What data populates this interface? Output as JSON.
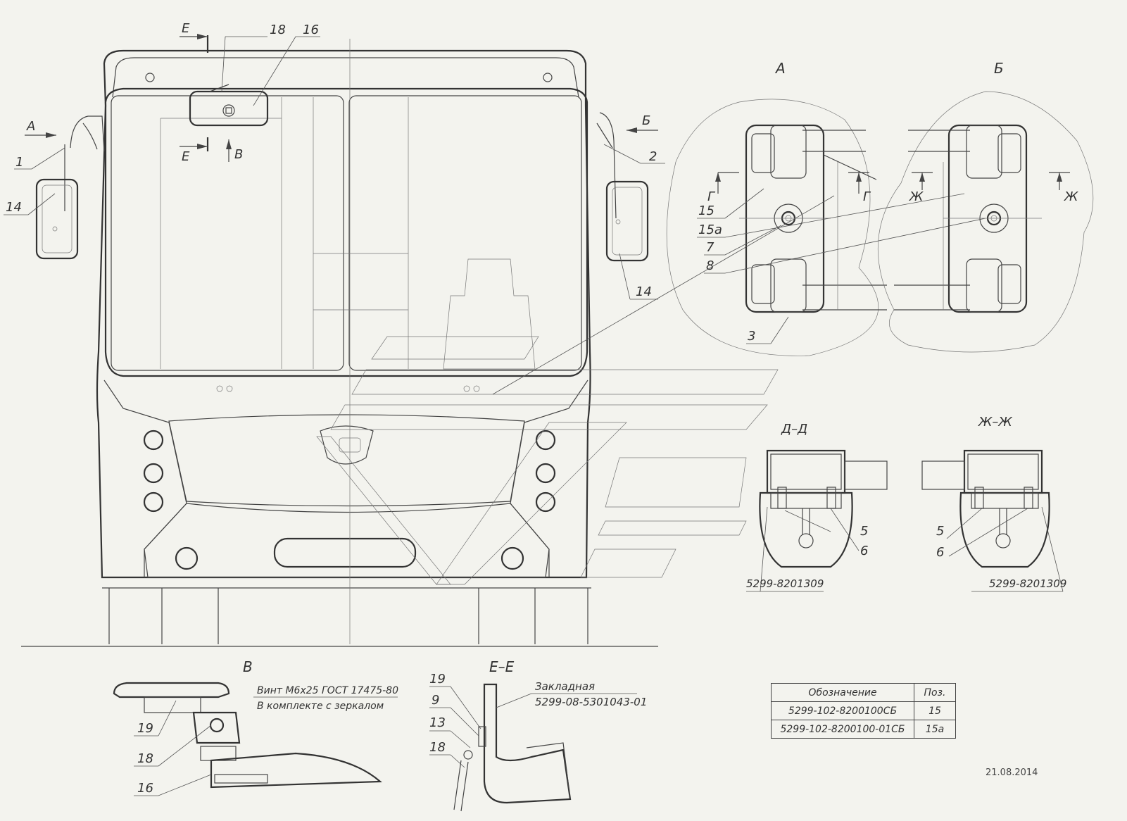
{
  "callouts": {
    "p1": "1",
    "p2": "2",
    "p3": "3",
    "p5a": "5",
    "p5b": "5",
    "p6a": "6",
    "p6b": "6",
    "p7": "7",
    "p8": "8",
    "p9": "9",
    "p13": "13",
    "p14a": "14",
    "p14b": "14",
    "p15": "15",
    "p15a": "15а",
    "p16a": "16",
    "p16b": "16",
    "p18a": "18",
    "p18b": "18",
    "p18c": "18",
    "p19a": "19",
    "p19b": "19"
  },
  "views": {
    "A_top": "А",
    "A_arrow": "А",
    "B_top": "Б",
    "B_arrow": "Б",
    "V_title": "В",
    "V_arrow": "В",
    "E_top": "Е",
    "E_bottom": "Е",
    "EE_title": "Е–Е",
    "DD_title": "Д–Д",
    "ZhZh_title": "Ж–Ж",
    "G1": "Г",
    "G2": "Г",
    "Zh1": "Ж",
    "Zh2": "Ж"
  },
  "notes": {
    "screw": "Винт М6х25 ГОСТ 17475-80",
    "kit": "В комплекте с зеркалом",
    "embed_label": "Закладная",
    "embed_code": "5299-08-5301043-01",
    "part_dd": "5299-8201309",
    "part_zhzh": "5299-8201309"
  },
  "table": {
    "header_designation": "Обозначение",
    "header_pos": "Поз.",
    "rows": [
      {
        "designation": "5299-102-8200100СБ",
        "pos": "15"
      },
      {
        "designation": "5299-102-8200100-01СБ",
        "pos": "15а"
      }
    ]
  },
  "date": "21.08.2014"
}
